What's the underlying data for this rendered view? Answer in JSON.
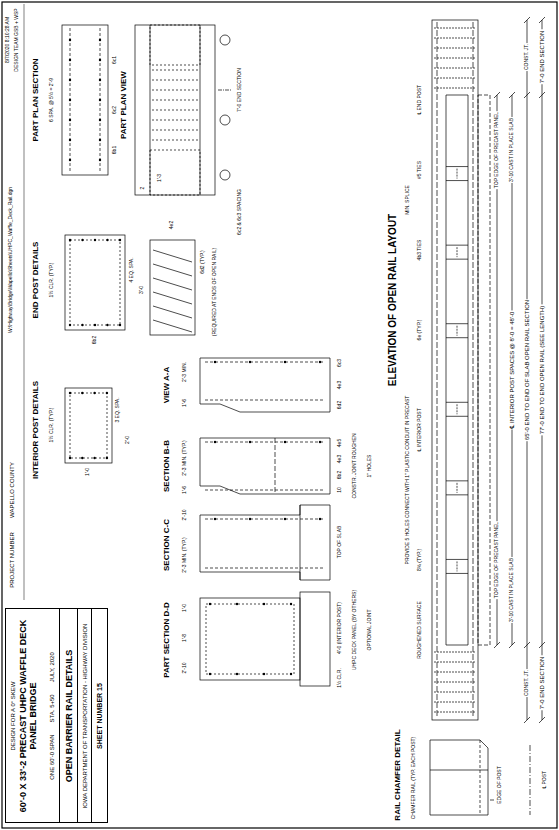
{
  "diagram": {
    "nodes": [
      {
        "text": [
          "DESIGN FOR A 0° SKEW",
          "60'-0 X 33'-2 PRECAST UHPC WAFFLE DECK PANEL BRIDGE",
          "ONE 60'-0 SPAN",
          "STA. 5+50",
          "JULY, 2020"
        ]
      },
      {
        "text": [
          "OPEN BARRIER RAIL DETAILS"
        ]
      },
      {
        "text": [
          "IOWA DEPARTMENT OF TRANSPORTATION - HIGHWAY DIVISION"
        ]
      },
      {
        "text": [
          "SHEET NUMBER 15"
        ]
      }
    ],
    "labels": [
      "8/7/2020 8:10:28 AM",
      "DESIGN TEAM GSB + WSP",
      "W:\\Highway\\Bridge\\Wapello\\Sheets\\UHPC_Waffle_Deck_Rail.dgn",
      "WAPELLO COUNTY",
      "PROJECT NUMBER",
      "PART PLAN SECTION",
      "6 SPA. @ 5½ = 2'-9",
      "6c1",
      "6c2",
      "6b1",
      "PART PLAN VIEW",
      "7'-0 END SECTION",
      "1'-3",
      "2",
      "6c2 & 6c3 SPACING",
      "END POST DETAILS",
      "1½ CLR. (TYP.)",
      "4 EQ. SPA.",
      "3'-0",
      "6b2",
      "6d2 (TYP.)",
      "(REQUIRED AT ENDS OF OPEN RAIL)",
      "4e2",
      "INTERIOR POST DETAILS",
      "1½ CLR. (TYP.)",
      "3 EQ. SPA.",
      "2'-0",
      "1'-0",
      "VIEW A-A",
      "2'-3 MIN.",
      "1'-6",
      "6c3",
      "4e3",
      "6d2",
      "SECTION B-B",
      "2'-3 MIN. (TYP.)",
      "1'-6",
      "4e5",
      "4e3",
      "6b2",
      "10",
      "CONSTR. JOINT ROUGHEN",
      "1\" HOLES",
      "SECTION C-C",
      "2'-10",
      "2'-3 MIN. (TYP.)",
      "TOP OF SLAB",
      "PART SECTION D-D",
      "1'-0",
      "1'-8",
      "2'-10",
      "4'-0 (INTERIOR POST)",
      "UHPC DECK PANEL (BY OTHERS)",
      "OPTIONAL JOINT",
      "1½ CLR.",
      "ELEVATION OF OPEN RAIL LAYOUT",
      "77'-0 END TO END OPEN RAIL (SEE LENGTH)",
      "65'-0 END TO END OF SLAB OPEN RAIL SECTION",
      "7'-0 END SECTION",
      "7'-0 END SECTION",
      "CONST. JT.",
      "CONST. JT.",
      "℄ INTERIOR POST SPACES @ 8'-0 = 48'-0",
      "TOP EDGE OF PRECAST PANEL",
      "TOP EDGE OF PRECAST PANEL",
      "3'-10 CAST IN PLACE SLAB",
      "3'-10 CAST IN PLACE SLAB",
      "℄ END POST",
      "#5 TIES",
      "4b3 TIES",
      "6e (TYP.)",
      "℄ INTERIOR POST",
      "MIN. SPLICE",
      "PROVIDE 5 HOLES CONNECT WITH 1\" PLASTIC CONDUIT IN PRECAST",
      "8¾ (TYP.)",
      "ROUGHENED SURFACE",
      "RAIL CHAMFER DETAIL",
      "CHAMFER RAIL (TYP. EACH POST)",
      "EDGE OF POST",
      "℄ POST"
    ]
  }
}
